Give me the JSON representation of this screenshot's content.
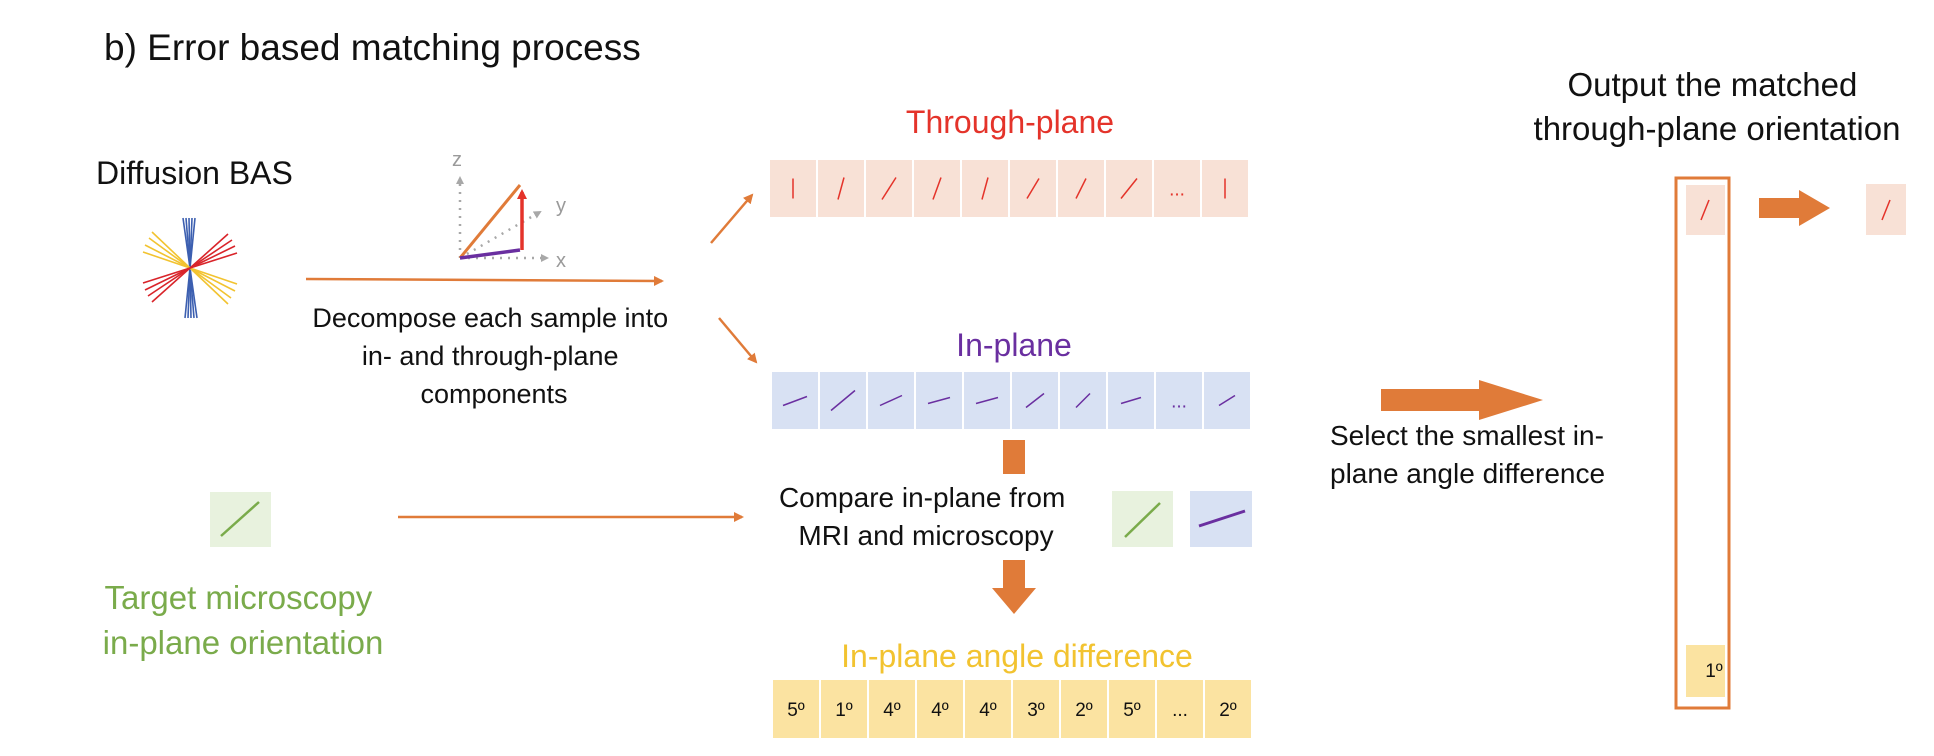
{
  "panel_title": "b) Error based matching process",
  "diffusion_label": "Diffusion BAS",
  "axes": {
    "x": "x",
    "y": "y",
    "z": "z"
  },
  "decompose_text": [
    "Decompose each sample into",
    "in- and through-plane",
    "components"
  ],
  "through_plane": {
    "title": "Through-plane",
    "color": "#e4332a",
    "fill": "#f8e1d6",
    "cells": [
      "",
      "",
      "",
      "",
      "",
      "",
      "",
      "",
      "...",
      ""
    ]
  },
  "in_plane": {
    "title": "In-plane",
    "color": "#6a2fa0",
    "fill": "#d8e1f3",
    "cells": [
      "",
      "",
      "",
      "",
      "",
      "",
      "",
      "",
      "...",
      ""
    ]
  },
  "compare_text": [
    "Compare in-plane from",
    "MRI and microscopy"
  ],
  "angle_difference": {
    "title": "In-plane angle difference",
    "color": "#f2c330",
    "fill": "#fbe3a1",
    "cells": [
      "5º",
      "1º",
      "4º",
      "4º",
      "4º",
      "3º",
      "2º",
      "5º",
      "...",
      "2º"
    ]
  },
  "target_label": [
    "Target microscopy",
    "in-plane orientation"
  ],
  "target_color": "#7aab4b",
  "select_text": [
    "Select the smallest in-",
    "plane angle difference"
  ],
  "output_title": [
    "Output the matched",
    "through-plane orientation"
  ],
  "selected_angle": "1º",
  "arrow_color": "#e07b39"
}
